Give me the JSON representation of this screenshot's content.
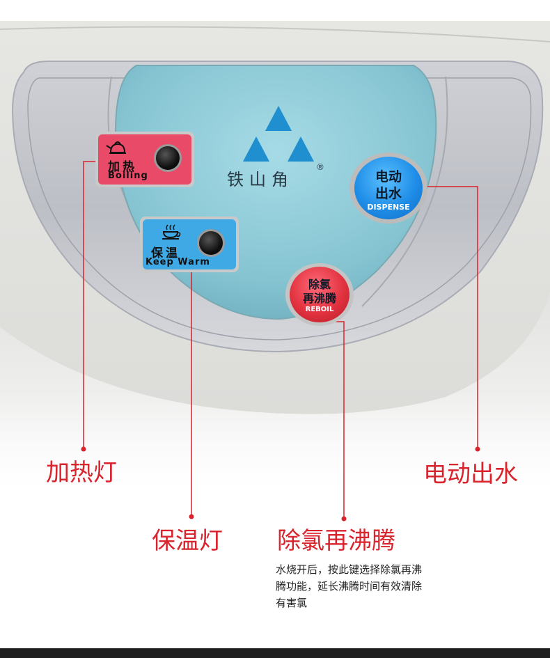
{
  "brand": {
    "name": "铁山角",
    "reg_mark": "®"
  },
  "panel": {
    "boiling_label": {
      "cn": "加热",
      "en": "Boiling"
    },
    "keep_warm_label": {
      "cn": "保温",
      "en": "Keep Warm"
    },
    "dispense_button": {
      "cn_line1": "电动",
      "cn_line2": "出水",
      "en": "DISPENSE"
    },
    "reboil_button": {
      "cn_line1": "除氯",
      "cn_line2": "再沸腾",
      "en": "REBOIL"
    }
  },
  "callouts": {
    "boiling_light": "加热灯",
    "keep_warm_light": "保温灯",
    "dispense": "电动出水",
    "reboil": "除氯再沸腾",
    "reboil_description": "水烧开后，按此键选择除氯再沸腾功能，延长沸腾时间有效清除有害氯"
  },
  "colors": {
    "callout_red": "#d9232d",
    "boiling_red": "#e84a67",
    "keep_warm_blue": "#3fa9e6",
    "panel_teal": "#8ccbd8",
    "dispense_blue": "#1f8ee8",
    "reboil_red": "#e2323f"
  },
  "icons": [
    "kettle-icon",
    "steaming-cup-icon",
    "triangle-logo-icon"
  ]
}
